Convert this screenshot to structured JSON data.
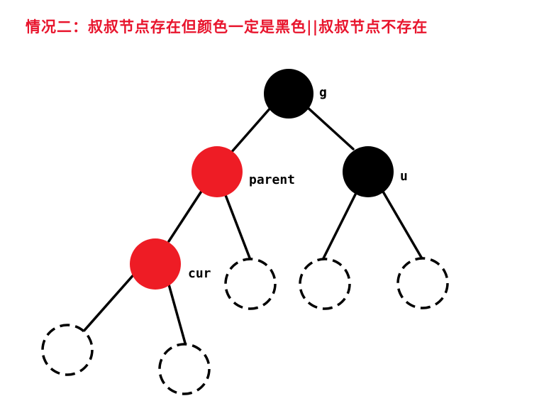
{
  "title": "情况二：叔叔节点存在但颜色一定是黑色||叔叔节点不存在",
  "colors": {
    "title": "#e8142c",
    "red": "#ee1c25",
    "black": "#000000"
  },
  "tree": {
    "nodes": [
      {
        "id": "g",
        "label": "g",
        "color": "black"
      },
      {
        "id": "parent",
        "label": "parent",
        "color": "red"
      },
      {
        "id": "u",
        "label": "u",
        "color": "black"
      },
      {
        "id": "cur",
        "label": "cur",
        "color": "red"
      },
      {
        "id": "parent-right-nil",
        "label": "",
        "color": "nil"
      },
      {
        "id": "u-left-nil",
        "label": "",
        "color": "nil"
      },
      {
        "id": "u-right-nil",
        "label": "",
        "color": "nil"
      },
      {
        "id": "cur-left-nil",
        "label": "",
        "color": "nil"
      },
      {
        "id": "cur-right-nil",
        "label": "",
        "color": "nil"
      }
    ],
    "edges": [
      [
        "g",
        "parent"
      ],
      [
        "g",
        "u"
      ],
      [
        "parent",
        "cur"
      ],
      [
        "parent",
        "parent-right-nil"
      ],
      [
        "u",
        "u-left-nil"
      ],
      [
        "u",
        "u-right-nil"
      ],
      [
        "cur",
        "cur-left-nil"
      ],
      [
        "cur",
        "cur-right-nil"
      ]
    ]
  }
}
